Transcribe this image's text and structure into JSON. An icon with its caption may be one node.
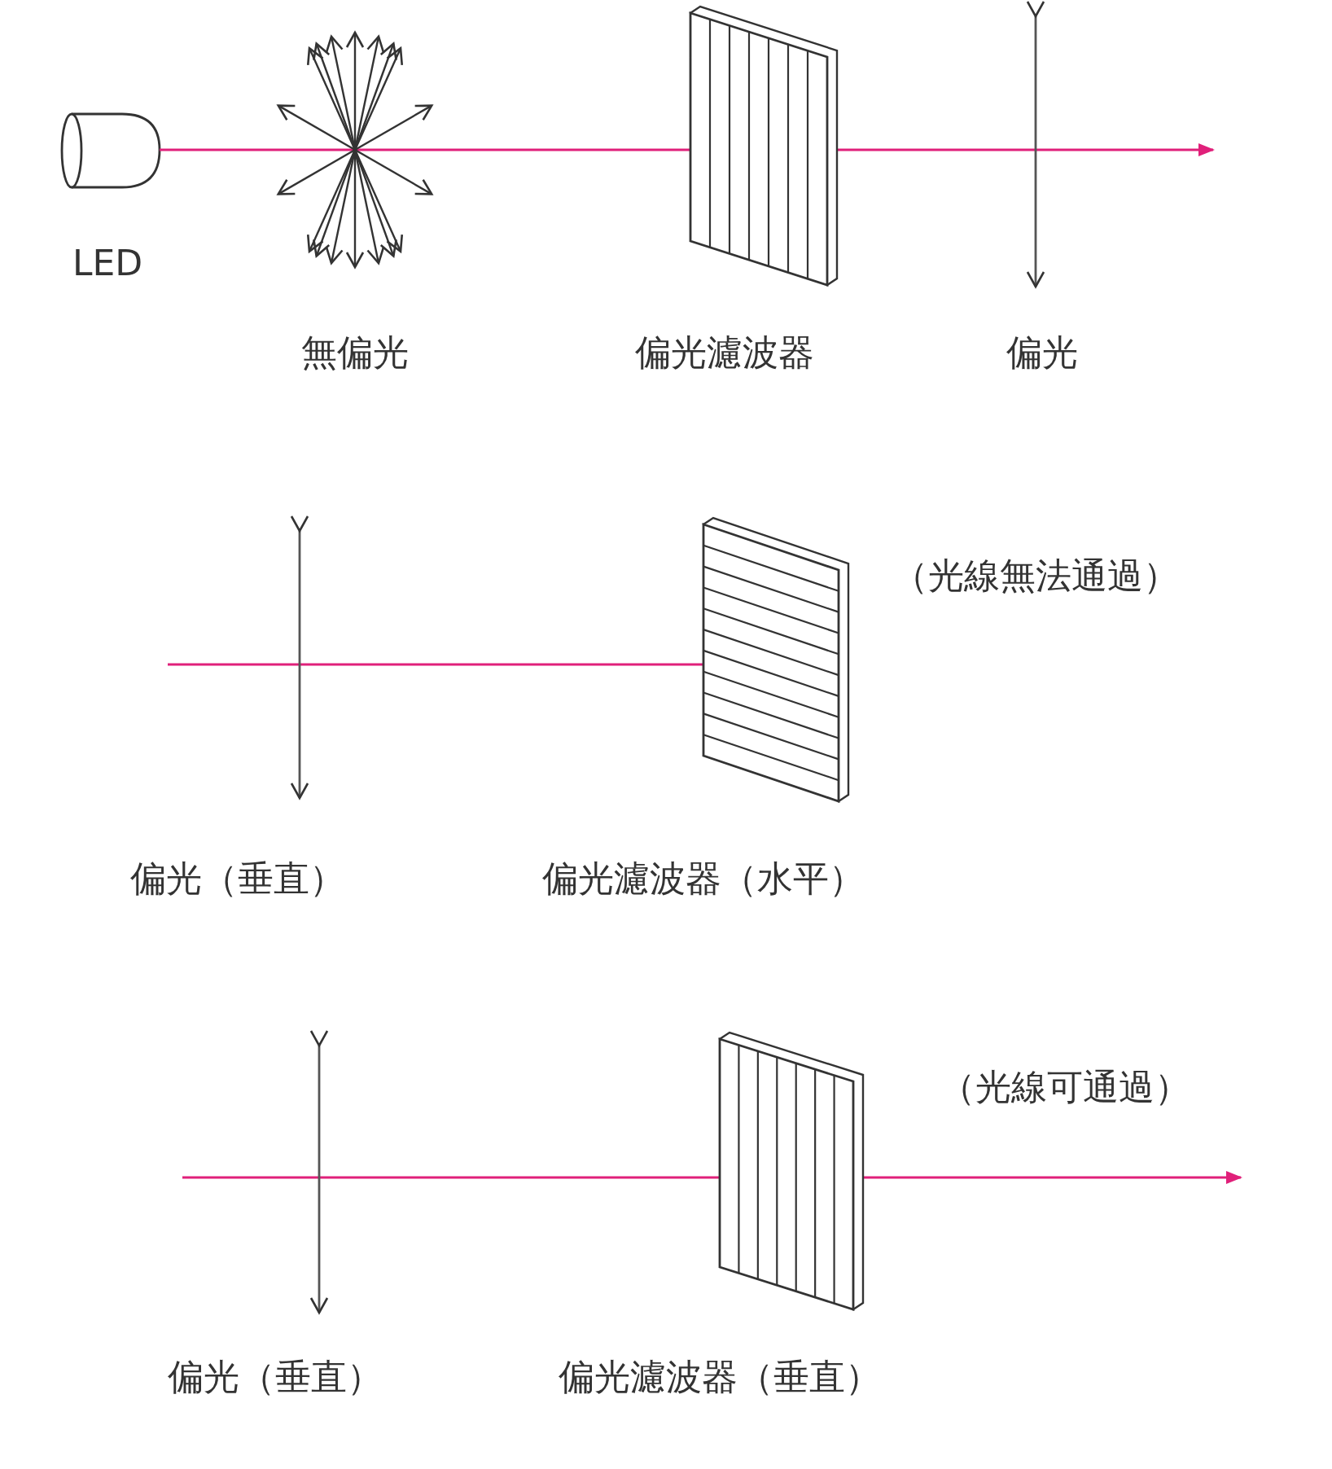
{
  "diagram": {
    "labels": [
      "LED",
      "無偏光",
      "偏光濾波器",
      "偏光",
      "（光線無法通過）",
      "偏光（垂直）",
      "偏光濾波器（水平）",
      "（光線可通過）",
      "偏光（垂直）",
      "偏光濾波器（垂直）"
    ]
  }
}
